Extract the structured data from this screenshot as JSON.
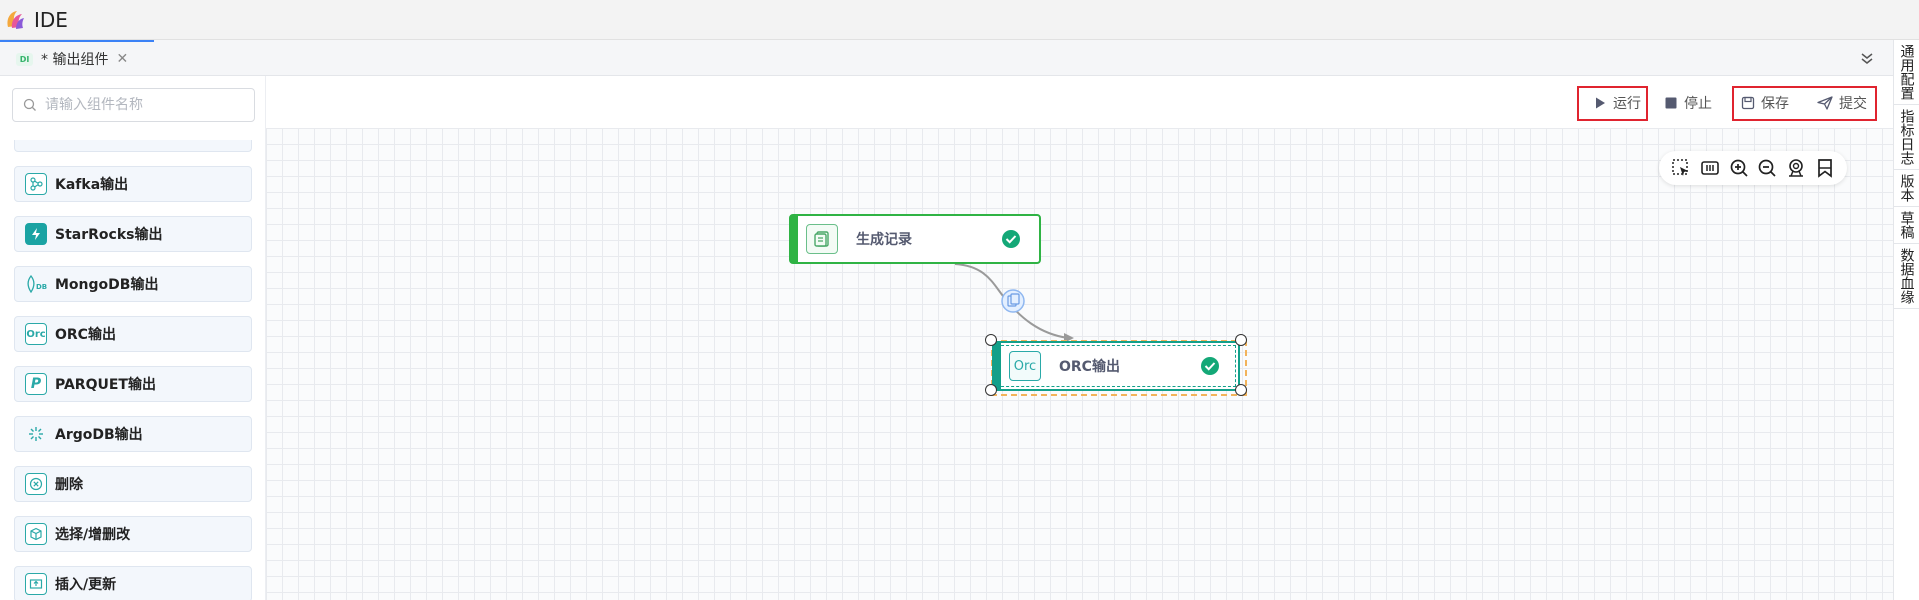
{
  "app": {
    "title": "IDE"
  },
  "tabs": [
    {
      "label": "* 输出组件",
      "icon": "DI"
    }
  ],
  "search": {
    "placeholder": "请输入组件名称"
  },
  "components": [
    {
      "label": "Kafka输出",
      "icon": "kafka-icon"
    },
    {
      "label": "StarRocks输出",
      "icon": "starrocks-icon"
    },
    {
      "label": "MongoDB输出",
      "icon": "mongodb-icon"
    },
    {
      "label": "ORC输出",
      "icon": "orc-icon",
      "icon_text": "Orc"
    },
    {
      "label": "PARQUET输出",
      "icon": "parquet-icon",
      "icon_text": "P"
    },
    {
      "label": "ArgoDB输出",
      "icon": "argodb-icon"
    },
    {
      "label": "删除",
      "icon": "delete-icon"
    },
    {
      "label": "选择/增删改",
      "icon": "select-modify-icon"
    },
    {
      "label": "插入/更新",
      "icon": "insert-update-icon"
    }
  ],
  "toolbar": {
    "run": "运行",
    "stop": "停止",
    "save": "保存",
    "submit": "提交"
  },
  "canvas": {
    "nodes": [
      {
        "label": "生成记录",
        "status": "success"
      },
      {
        "label": "ORC输出",
        "icon_text": "Orc",
        "status": "success"
      }
    ]
  },
  "right_panel": [
    {
      "label": "通用配置"
    },
    {
      "label": "指标日志"
    },
    {
      "label": "版本"
    },
    {
      "label": "草稿"
    },
    {
      "label": "数据血缘"
    }
  ],
  "colors": {
    "accent": "#3b82f6",
    "success": "#2fb344",
    "teal": "#13a08a",
    "highlight": "#e0242f",
    "selection": "#f2b35a"
  }
}
